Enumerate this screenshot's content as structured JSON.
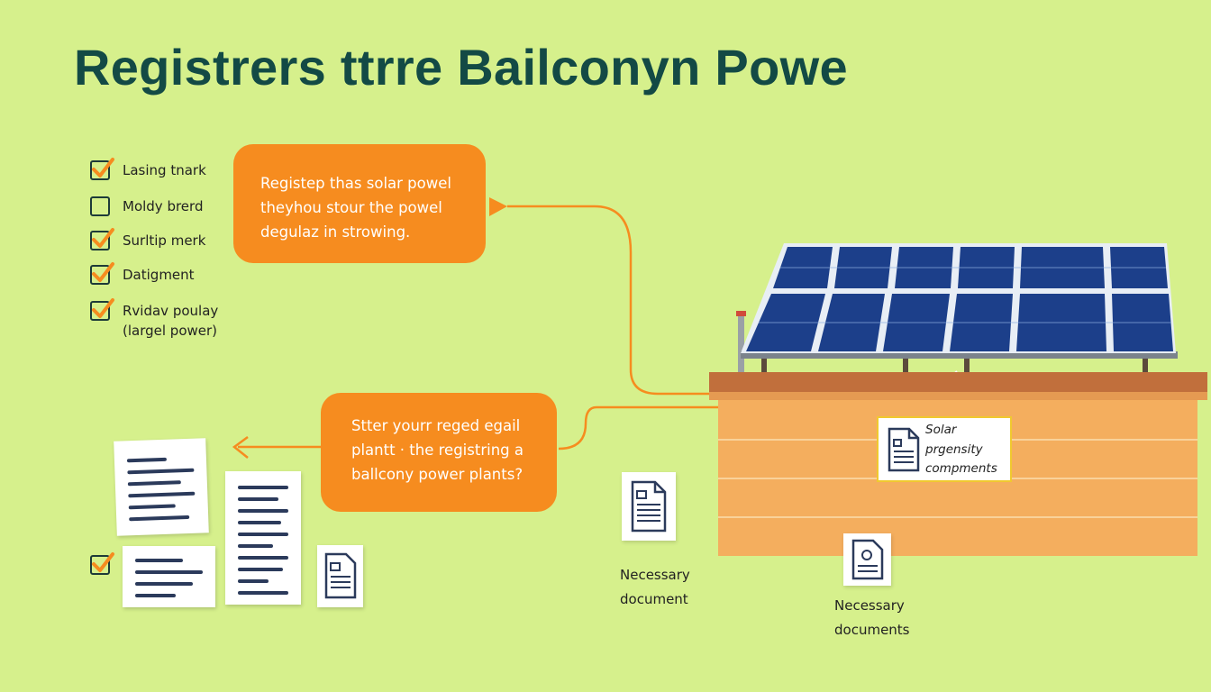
{
  "title": "Registrers ttrre Bailconyn Powe",
  "checklist": [
    {
      "label": "Lasing tnark",
      "checked": true
    },
    {
      "label": "Moldy brerd",
      "checked": false
    },
    {
      "label": "Surltip merk",
      "checked": true
    },
    {
      "label": "Datigment",
      "checked": true
    },
    {
      "label": "Rvidav poulay",
      "label2": "(largel power)",
      "checked": true
    }
  ],
  "bubble1": {
    "lines": [
      "Registep thas solar powel",
      "theyhou stour the powel",
      "degulaz in strowing."
    ]
  },
  "bubble2": {
    "lines": [
      "Stter yourr reged egail",
      "plantt · the registring a",
      "ballcony power plants?"
    ]
  },
  "info_box": {
    "lines": [
      "Solar",
      "prgensity",
      "compments"
    ]
  },
  "captions": {
    "doc_center": [
      "Necessary",
      "document"
    ],
    "doc_right": [
      "Necessary",
      "documents"
    ]
  },
  "colors": {
    "background": "#d6f08c",
    "title": "#134a45",
    "bubble": "#f68c1f",
    "check": "#f68c1f",
    "panel": "#1c3f8a",
    "deck": "#f4ae5e",
    "railing": "#c16f3c"
  },
  "icons": [
    "checkmark-icon",
    "document-icon",
    "solar-panel-icon",
    "arrow-icon"
  ]
}
